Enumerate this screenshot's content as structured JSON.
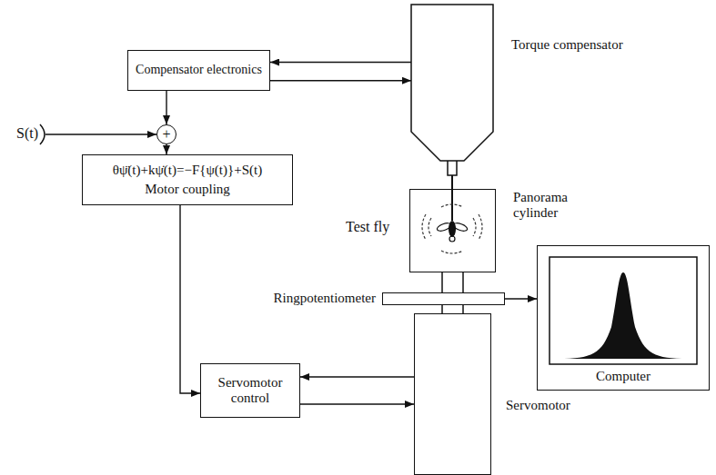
{
  "diagram": {
    "nodes": [
      {
        "text": [
          "Compensator electronics"
        ]
      },
      {
        "text": [
          "Torque compensator"
        ]
      },
      {
        "text": [
          "+"
        ]
      },
      {
        "text": [
          "θψ̈(t)+kψ̇(t)=−F{ψ(t)}+S(t)",
          "Motor coupling"
        ]
      },
      {
        "text": [
          "Panorama cylinder"
        ]
      },
      {
        "text": [
          "Ringpotentiometer"
        ]
      },
      {
        "text": [
          "Computer"
        ]
      },
      {
        "text": [
          "Servomotor control"
        ]
      },
      {
        "text": [
          "Servomotor"
        ]
      }
    ],
    "edges": [
      {
        "from": 1,
        "to": 0,
        "arrow": "to"
      },
      {
        "from": 0,
        "to": 1,
        "arrow": "to"
      },
      {
        "from": 0,
        "to": 2,
        "arrow": "to"
      },
      {
        "from": 2,
        "to": 3,
        "arrow": "to"
      },
      {
        "from": 3,
        "to": 7,
        "arrow": "to"
      },
      {
        "from": 8,
        "to": 7,
        "arrow": "to"
      },
      {
        "from": 7,
        "to": 8,
        "arrow": "to"
      },
      {
        "from": 5,
        "to": 6,
        "arrow": "to"
      }
    ],
    "labels": [
      "S(t)",
      "Test fly"
    ]
  }
}
